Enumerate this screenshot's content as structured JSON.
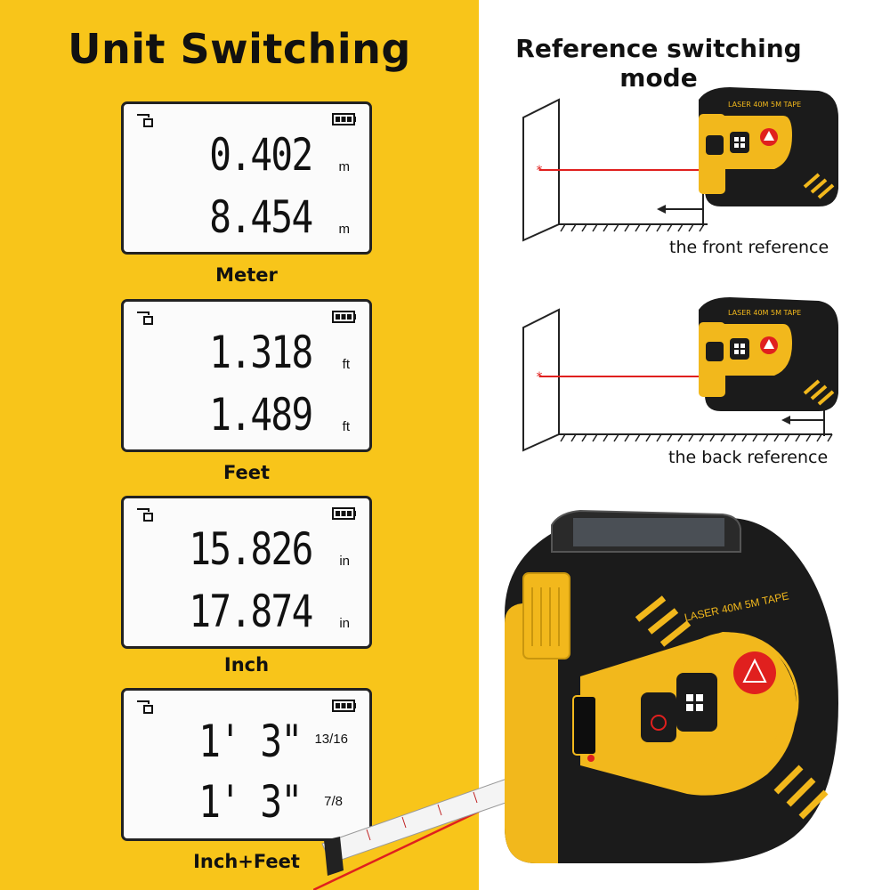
{
  "left": {
    "title": "Unit Switching",
    "displays": [
      {
        "label": "Meter",
        "line1": "0.402",
        "line2": "8.454",
        "unit1": "m",
        "unit2": "m"
      },
      {
        "label": "Feet",
        "line1": "1.318",
        "line2": "1.489",
        "unit1": "ft",
        "unit2": "ft"
      },
      {
        "label": "Inch",
        "line1": "15.826",
        "line2": "17.874",
        "unit1": "in",
        "unit2": "in"
      },
      {
        "label": "Inch+Feet",
        "line1": "1' 3\"",
        "line2": "1' 3\"",
        "unit1": "13/16",
        "unit2": "7/8"
      }
    ]
  },
  "right": {
    "title": "Reference switching mode",
    "front_caption": "the front reference",
    "back_caption": "the back reference",
    "device_text": {
      "laser": "LASER",
      "range": "40M",
      "tape_len": "5M",
      "tape": "TAPE"
    }
  },
  "colors": {
    "panel": "#f8c51a",
    "device_yellow": "#f2b81c",
    "device_black": "#1b1b1b",
    "laser": "#e0201e"
  },
  "icons": [
    "reference-icon",
    "battery-icon",
    "laser-warning-icon",
    "grid-menu-icon",
    "power-icon"
  ]
}
